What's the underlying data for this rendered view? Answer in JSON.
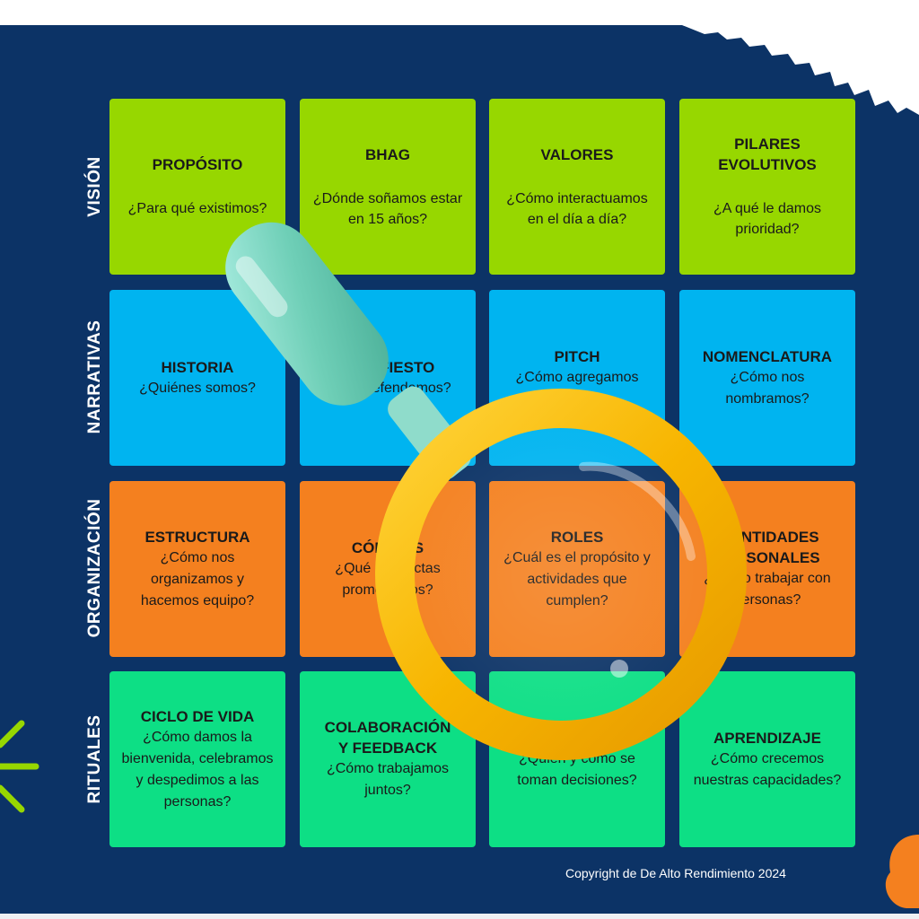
{
  "rows": [
    {
      "label": "VISIÓN",
      "cards": [
        {
          "title": "PROPÓSITO",
          "question": "¿Para qué existimos?"
        },
        {
          "title": "BHAG",
          "question": "¿Dónde soñamos estar en 15 años?"
        },
        {
          "title": "VALORES",
          "question": "¿Cómo interactuamos en el día a día?"
        },
        {
          "title": "PILARES EVOLUTIVOS",
          "question": "¿A qué le damos prioridad?"
        }
      ]
    },
    {
      "label": "NARRATIVAS",
      "cards": [
        {
          "title": "HISTORIA",
          "question": "¿Quiénes somos?"
        },
        {
          "title": "MANIFIESTO",
          "question": "¿Qué defendemos?"
        },
        {
          "title": "PITCH",
          "question": "¿Cómo agregamos valor?"
        },
        {
          "title": "NOMENCLATURA",
          "question": "¿Cómo nos nombramos?"
        }
      ]
    },
    {
      "label": "ORGANIZACIÓN",
      "cards": [
        {
          "title": "ESTRUCTURA",
          "question": "¿Cómo nos organizamos y hacemos equipo?"
        },
        {
          "title": "CÓDIGOS",
          "question": "¿Qué conductas promovemos?"
        },
        {
          "title": "ROLES",
          "question": "¿Cuál es el propósito y actividades que cumplen?"
        },
        {
          "title": "IDENTIDADES PERSONALES",
          "question": "¿Cómo trabajar con personas?"
        }
      ]
    },
    {
      "label": "RITUALES",
      "cards": [
        {
          "title": "CICLO DE VIDA",
          "question": "¿Cómo damos la bienvenida, celebramos y despedimos a las personas?"
        },
        {
          "title": "COLABORACIÓN\nY FEEDBACK",
          "question": "¿Cómo trabajamos juntos?"
        },
        {
          "title": "DECISIONES",
          "question": "¿Quién y cómo se toman decisiones?"
        },
        {
          "title": "APRENDIZAJE",
          "question": "¿Cómo crecemos nuestras capacidades?"
        }
      ]
    }
  ],
  "copyright": "Copyright de De Alto Rendimiento 2024",
  "colors": {
    "board": "#0c3366",
    "vision": "#97d700",
    "narrativas": "#00b4f0",
    "organizacion": "#f4801f",
    "rituales": "#0ddf85",
    "magnifier_ring": "#f7b500",
    "magnifier_handle": "#7fd9c2"
  },
  "icons": [
    "magnifying-glass-icon",
    "sunburst-logo-icon"
  ]
}
